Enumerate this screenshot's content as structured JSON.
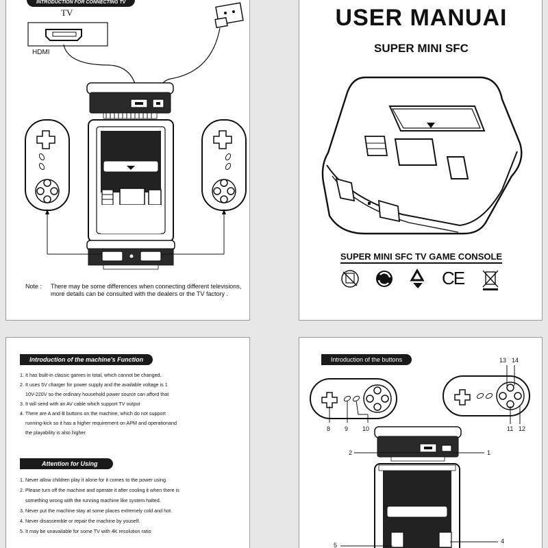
{
  "top_left": {
    "header_pill": "INTRODUCTION FOR CONNECTING TV",
    "tv_label": "TV",
    "hdmi_label": "HDMI",
    "note_label": "Note :",
    "note_text": "There may be some differences when connecting different televisions, more details can be consulted with the dealers or the TV factory ."
  },
  "top_right": {
    "title": "USER MANUAI",
    "subtitle": "SUPER MINI SFC",
    "console_title": "SUPER MINI SFC TV GAME CONSOLE",
    "ce_mark": "CE"
  },
  "bottom_left": {
    "function_header": "Introduction of the machine's Function",
    "function_items": [
      "1. It has built-in classic games in total, which cannot be changed.",
      "2. It uses 5V charger for power supply and the available voltage is 1",
      "10V-220V so the ordinary household power source can afford that",
      "3. It will send with an AV cable which support TV output",
      "4. There are A and B buttons on the machine, which do not support",
      "running-kick so it has a higher requirement on APM and operationand",
      "the playability is also higher"
    ],
    "attention_header": "Attention for Using",
    "attention_items": [
      "1. Never allow children play it alone for it comes to the power using.",
      "2. Please turn off the machine and operate it after cooling it when there is",
      "something wrong with the running machine like system halted.",
      "3. Never put the machine stay at some places extremely cold and hot.",
      "4. Never disassemble or repair the machine by youself.",
      "5. It may be unavailable for some TV with 4K resolution ratio"
    ]
  },
  "bottom_right": {
    "buttons_header": "Introduction of the buttons",
    "callouts": [
      "1",
      "2",
      "4",
      "5",
      "8",
      "9",
      "10",
      "11",
      "12",
      "13",
      "14"
    ]
  }
}
